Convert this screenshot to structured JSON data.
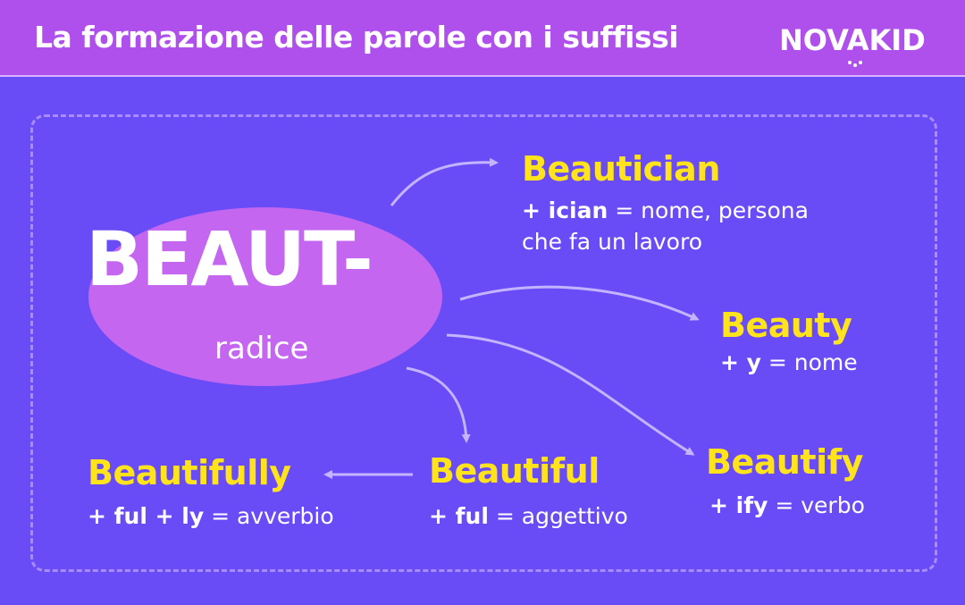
{
  "header": {
    "title": "La formazione delle parole con i suffissi",
    "logo": "NOVAKID"
  },
  "root": {
    "word": "BEAUT-",
    "caption": "radice"
  },
  "nodes": {
    "beautician": {
      "word": "Beautician",
      "suffix": "+ ician",
      "eq": " = ",
      "meaning_line1": "nome, persona",
      "meaning_line2": "che fa un lavoro"
    },
    "beauty": {
      "word": "Beauty",
      "suffix": "+ y",
      "eq": " = ",
      "meaning": "nome"
    },
    "beautify": {
      "word": "Beautify",
      "suffix": "+ ify",
      "eq": " = ",
      "meaning": "verbo"
    },
    "beautiful": {
      "word": "Beautiful",
      "suffix": "+ ful",
      "eq": " = ",
      "meaning": "aggettivo"
    },
    "beautifully": {
      "word": "Beautifully",
      "suffix": "+ ful + ly",
      "eq": " = ",
      "meaning": "avverbio"
    }
  },
  "colors": {
    "background": "#6a4cf6",
    "header": "#b050ec",
    "root_ellipse": "#c466f0",
    "word": "#ffe41c",
    "arrow": "#c4b4ff"
  }
}
